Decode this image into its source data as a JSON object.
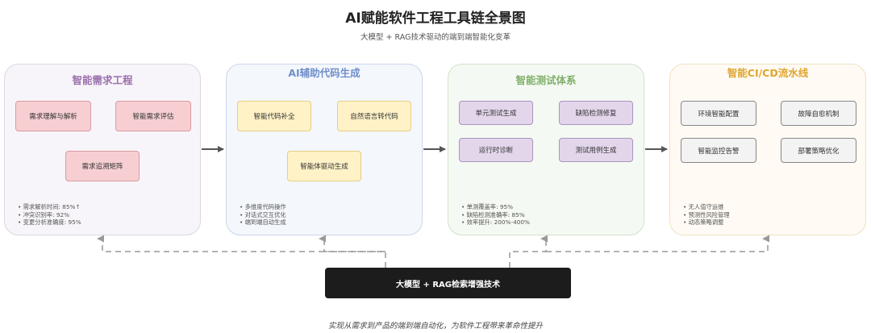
{
  "title": "AI赋能软件工程工具链全景图",
  "subtitle": "大模型 + RAG技术驱动的端到端智能化变革",
  "panels": [
    {
      "title": "智能需求工程",
      "color": "#9b6fae",
      "boxes": [
        "需求理解与解析",
        "智能需求评估",
        "需求追溯矩阵"
      ],
      "notes": [
        "需求解析时间: 85%↑",
        "冲突识别率: 92%",
        "变更分析准确度: 95%"
      ]
    },
    {
      "title": "AI辅助代码生成",
      "color": "#6f8fc9",
      "boxes": [
        "智能代码补全",
        "自然语言转代码",
        "智能体驱动生成"
      ],
      "notes": [
        "多维度代码操作",
        "对话式交互优化",
        "端到端自动生成"
      ]
    },
    {
      "title": "智能测试体系",
      "color": "#7fb069",
      "boxes": [
        "单元测试生成",
        "缺陷检测修复",
        "运行时诊断",
        "测试用例生成"
      ],
      "notes": [
        "单测覆盖率: 95%",
        "缺陷检测准确率: 85%",
        "效率提升: 200%-400%"
      ]
    },
    {
      "title": "智能CI/CD流水线",
      "color": "#e0a52c",
      "boxes": [
        "环境智能配置",
        "故障自愈机制",
        "智能监控告警",
        "部署策略优化"
      ],
      "notes": [
        "无人值守运维",
        "预测性风险管理",
        "动态策略调整"
      ]
    }
  ],
  "tech_bar": "大模型 + RAG检索增强技术",
  "footer": "实现从需求到产品的端到端自动化，为软件工程带来革命性提升",
  "colors": {
    "arrow": "#555555",
    "dashed": "#999999",
    "tech_bar": "#1c1c1c"
  }
}
